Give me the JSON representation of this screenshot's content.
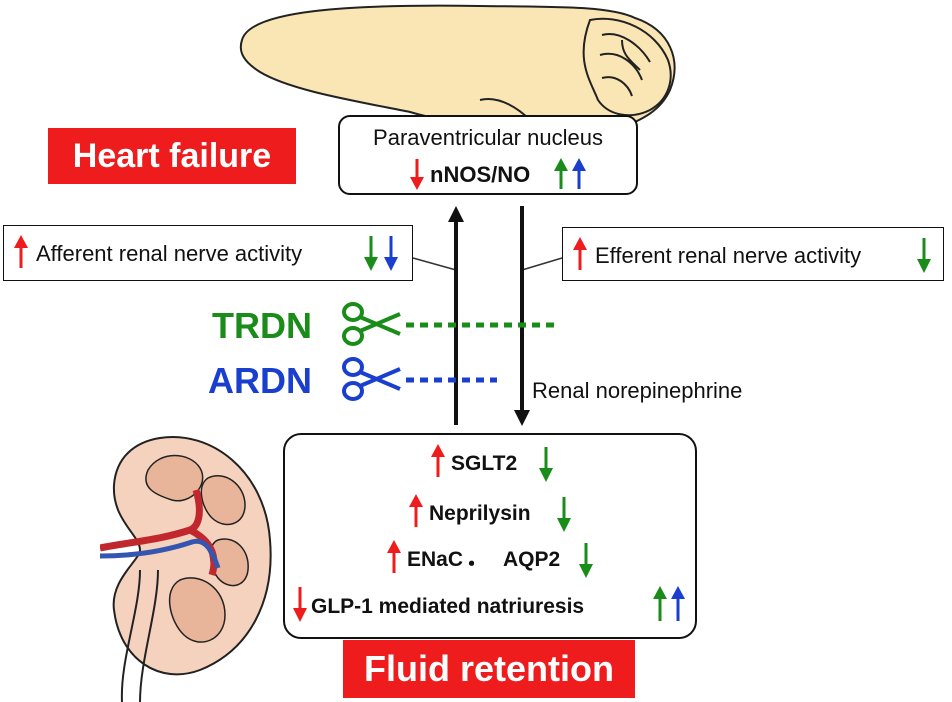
{
  "colors": {
    "red": "#ee1c1c",
    "green": "#1a8c1a",
    "blue": "#1a3fcf",
    "brain": "#f9e6b4",
    "kidney": "#f5d2be",
    "kidney_dark": "#e8b59a"
  },
  "badges": {
    "heart_failure": "Heart failure",
    "fluid_retention": "Fluid retention"
  },
  "pvn": {
    "title": "Paraventricular nucleus",
    "marker": "nNOS/NO"
  },
  "afferent": {
    "label": "Afferent renal nerve activity"
  },
  "efferent": {
    "label": "Efferent renal nerve activity"
  },
  "procedures": {
    "trdn": "TRDN",
    "ardn": "ARDN"
  },
  "renal_ne": "Renal norepinephrine",
  "kidney_box": {
    "sglt2": "SGLT2",
    "neprilysin": "Neprilysin",
    "enac": "ENaC",
    "separator": "・",
    "aqp2": "AQP2",
    "glp1": "GLP-1 mediated natriuresis"
  }
}
